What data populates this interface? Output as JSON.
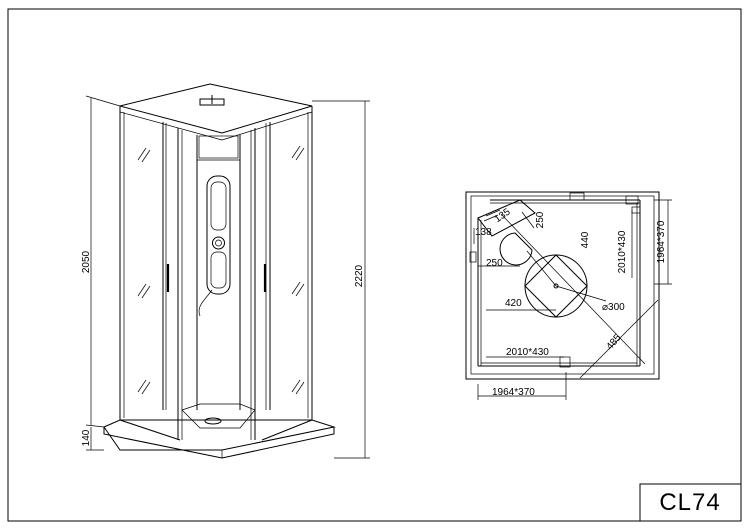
{
  "drawing": {
    "model": "CL74",
    "front_view": {
      "total_height": "2220",
      "cabin_height": "2050",
      "tray_height": "140"
    },
    "plan_view": {
      "corner_dim_a": "135",
      "corner_dim_b": "138",
      "seat_dim_1": "250",
      "seat_dim_2": "250",
      "dim_440": "440",
      "dim_420": "420",
      "drain_diameter": "⌀300",
      "dim_485": "485",
      "panel_front": "2010*430",
      "panel_side": "2010*430",
      "bottom_overall": "1964*370",
      "right_overall": "1964*370"
    }
  }
}
